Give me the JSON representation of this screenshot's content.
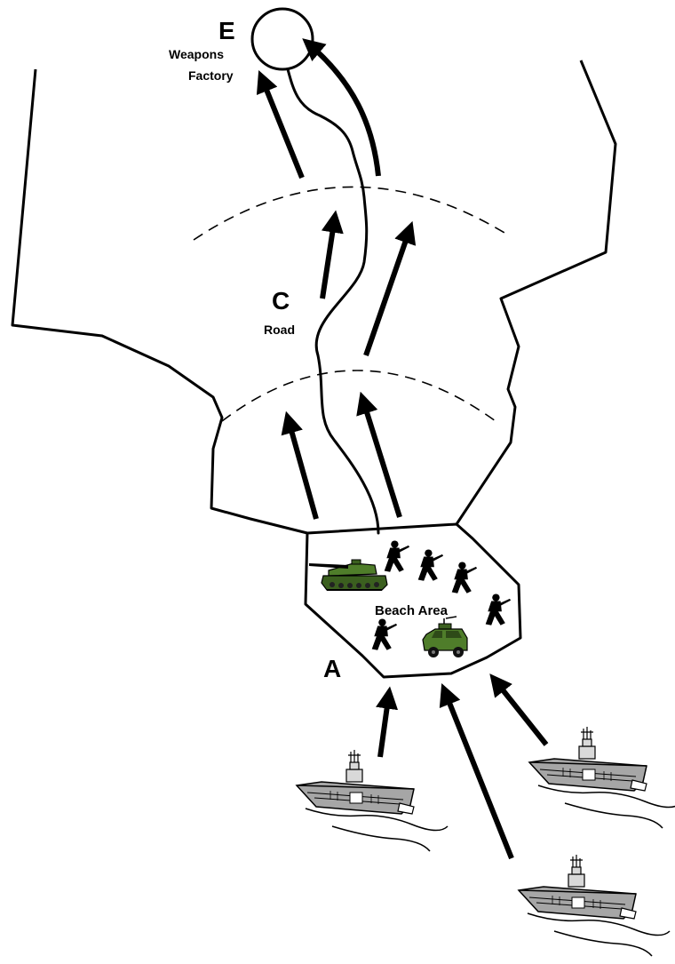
{
  "labels": {
    "objective_e_letter": "E",
    "objective_e_name_line1": "Weapons",
    "objective_e_name_line2": "Factory",
    "objective_c_letter": "C",
    "objective_c_name": "Road",
    "beach_label": "Beach Area",
    "objective_a_letter": "A"
  },
  "colors": {
    "ink": "#000000",
    "vehicle_green": "#4f7d2a",
    "ship_gray": "#a6a6a6"
  },
  "icons": [
    "tank-icon",
    "humvee-icon",
    "soldier-icon",
    "landing-ship-icon"
  ]
}
